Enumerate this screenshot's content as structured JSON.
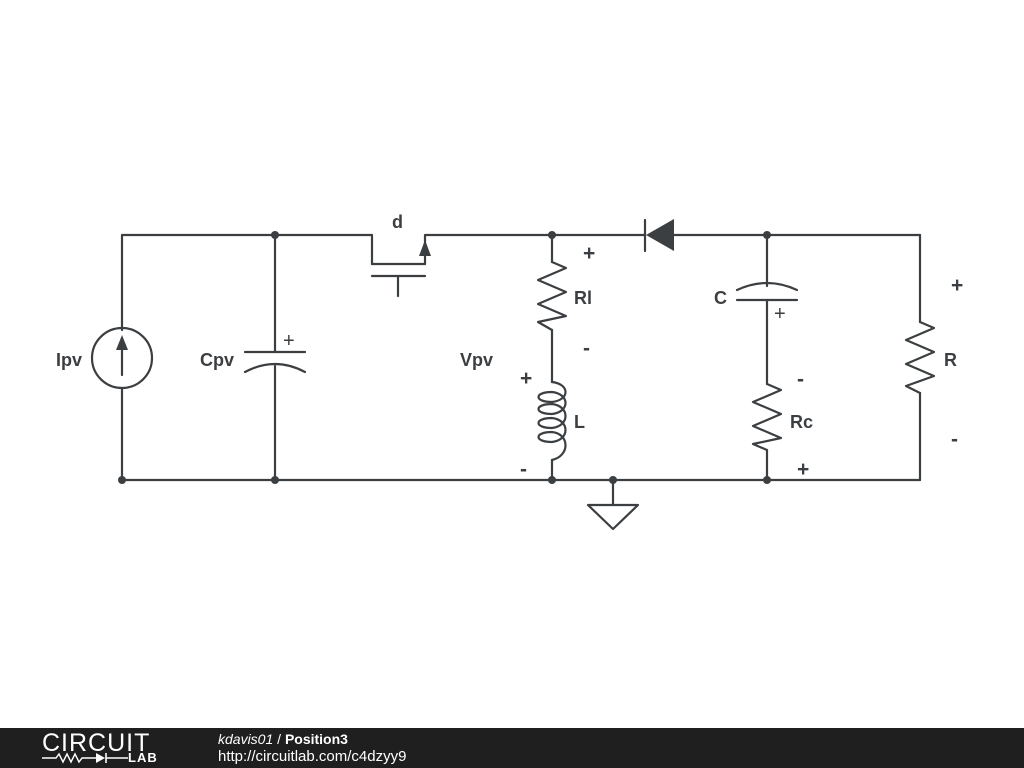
{
  "schematic": {
    "labels": {
      "source": "Ipv",
      "input_cap": "Cpv",
      "switch": "d",
      "voltage": "Vpv",
      "inductor_res": "Rl",
      "inductor": "L",
      "output_cap": "C",
      "cap_res": "Rc",
      "load": "R"
    },
    "polarity": {
      "plus": "+",
      "minus": "-"
    }
  },
  "footer": {
    "logo_top": "CIRCUIT",
    "logo_bottom": "LAB",
    "author": "kdavis01",
    "separator": " / ",
    "project": "Position3",
    "url": "http://circuitlab.com/c4dzyy9"
  },
  "colors": {
    "ink": "#3c3f42",
    "footer_bg": "#1f1f1f"
  }
}
